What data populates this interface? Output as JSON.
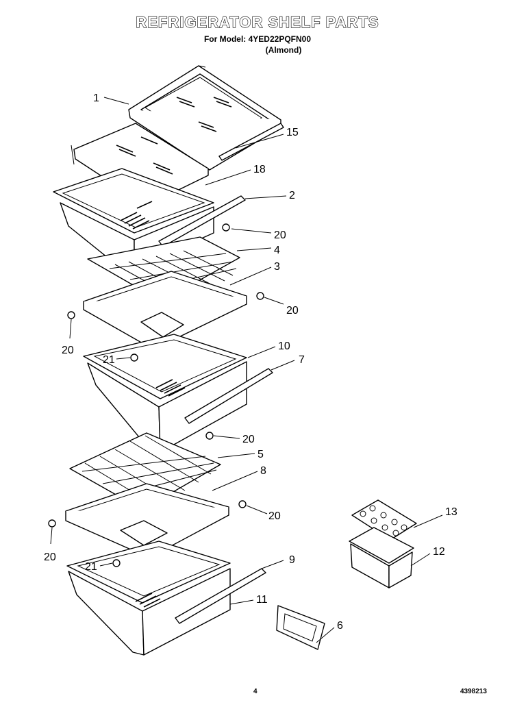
{
  "title": "REFRIGERATOR SHELF PARTS",
  "model_line": "For Model: 4YED22PQFN00",
  "color_line": "(Almond)",
  "page_number": "4",
  "doc_number": "4398213",
  "callouts": {
    "c1": "1",
    "c15": "15",
    "c18": "18",
    "c2": "2",
    "c20a": "20",
    "c4": "4",
    "c3": "3",
    "c20b": "20",
    "c20c": "20",
    "c10": "10",
    "c21a": "21",
    "c7": "7",
    "c20d": "20",
    "c5": "5",
    "c8": "8",
    "c20e": "20",
    "c20f": "20",
    "c13": "13",
    "c12": "12",
    "c9": "9",
    "c21b": "21",
    "c11": "11",
    "c6": "6"
  }
}
